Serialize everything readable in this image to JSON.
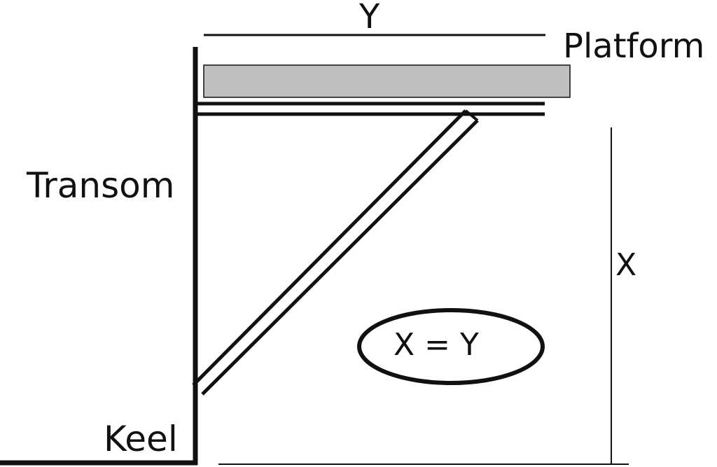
{
  "labels": {
    "y_dimension": "Y",
    "platform": "Platform",
    "transom": "Transom",
    "x_dimension": "X",
    "keel": "Keel",
    "equation": "X = Y"
  },
  "colors": {
    "line": "#111111",
    "platform_fill": "#bfbfbf",
    "background": "#ffffff"
  }
}
